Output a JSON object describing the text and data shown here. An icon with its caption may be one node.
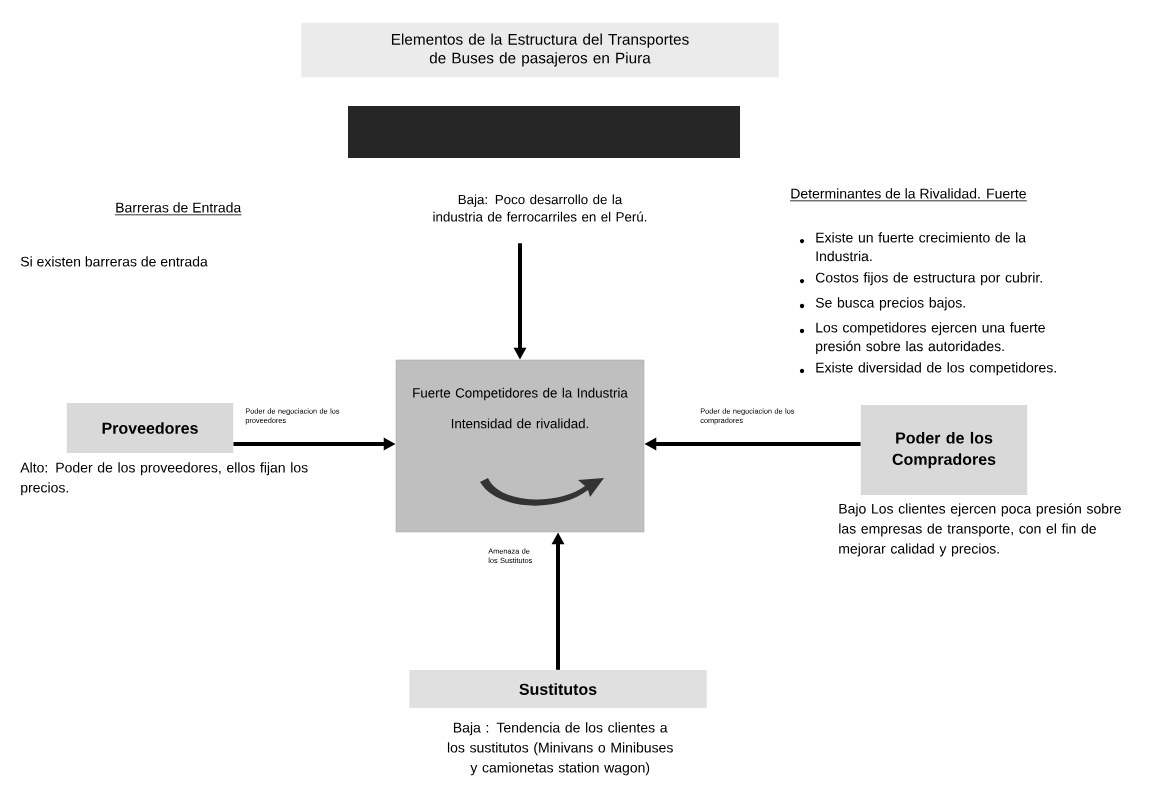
{
  "diagram": {
    "title": "Elementos de la Estructura del Transportes de Buses de pasajeros en Piura",
    "nodes": [
      {
        "text": [],
        "shape": "box"
      },
      {
        "text": [
          "Baja: Poco desarrollo de la industria de ferrocarriles en el Perú."
        ]
      },
      {
        "text": [
          "Proveedores"
        ],
        "beside": [
          "Alto: Poder de los proveedores, ellos fijan los precios."
        ]
      },
      {
        "text": [
          "Fuerte Competidores de la Industria",
          "Intensidad de rivalidad."
        ]
      },
      {
        "text": [
          "Poder de los Compradores"
        ],
        "beside": [
          "Bajo Los clientes ejercen poca presión sobre las empresas de transporte, con el fin de mejorar calidad y precios."
        ]
      },
      {
        "text": [
          "Sustitutos"
        ],
        "beside": [
          "Baja : Tendencia de los clientes a los sustitutos (Minivans o Minibuses y camionetas station wagon)"
        ]
      }
    ],
    "edges": [
      {
        "from": 1,
        "to": 3,
        "arrow": "to"
      },
      {
        "from": 2,
        "to": 3,
        "arrow": "to",
        "label": "Poder de negociacion de los proveedores"
      },
      {
        "from": 4,
        "to": 3,
        "arrow": "to",
        "label": "Poder de negociacion de los compradores"
      },
      {
        "from": 5,
        "to": 3,
        "arrow": "to",
        "label": "Amenaza de los Sustitutos"
      }
    ],
    "labels": [
      "Barreras de Entrada",
      "Si existen barreras de entrada",
      "Determinantes de la Rivalidad. Fuerte",
      "Existe un fuerte crecimiento de la Industria.",
      "Costos fijos de estructura por cubrir.",
      "Se busca precios bajos.",
      "Los competidores ejercen una fuerte presión sobre las autoridades.",
      "Existe diversidad de los competidores."
    ]
  }
}
